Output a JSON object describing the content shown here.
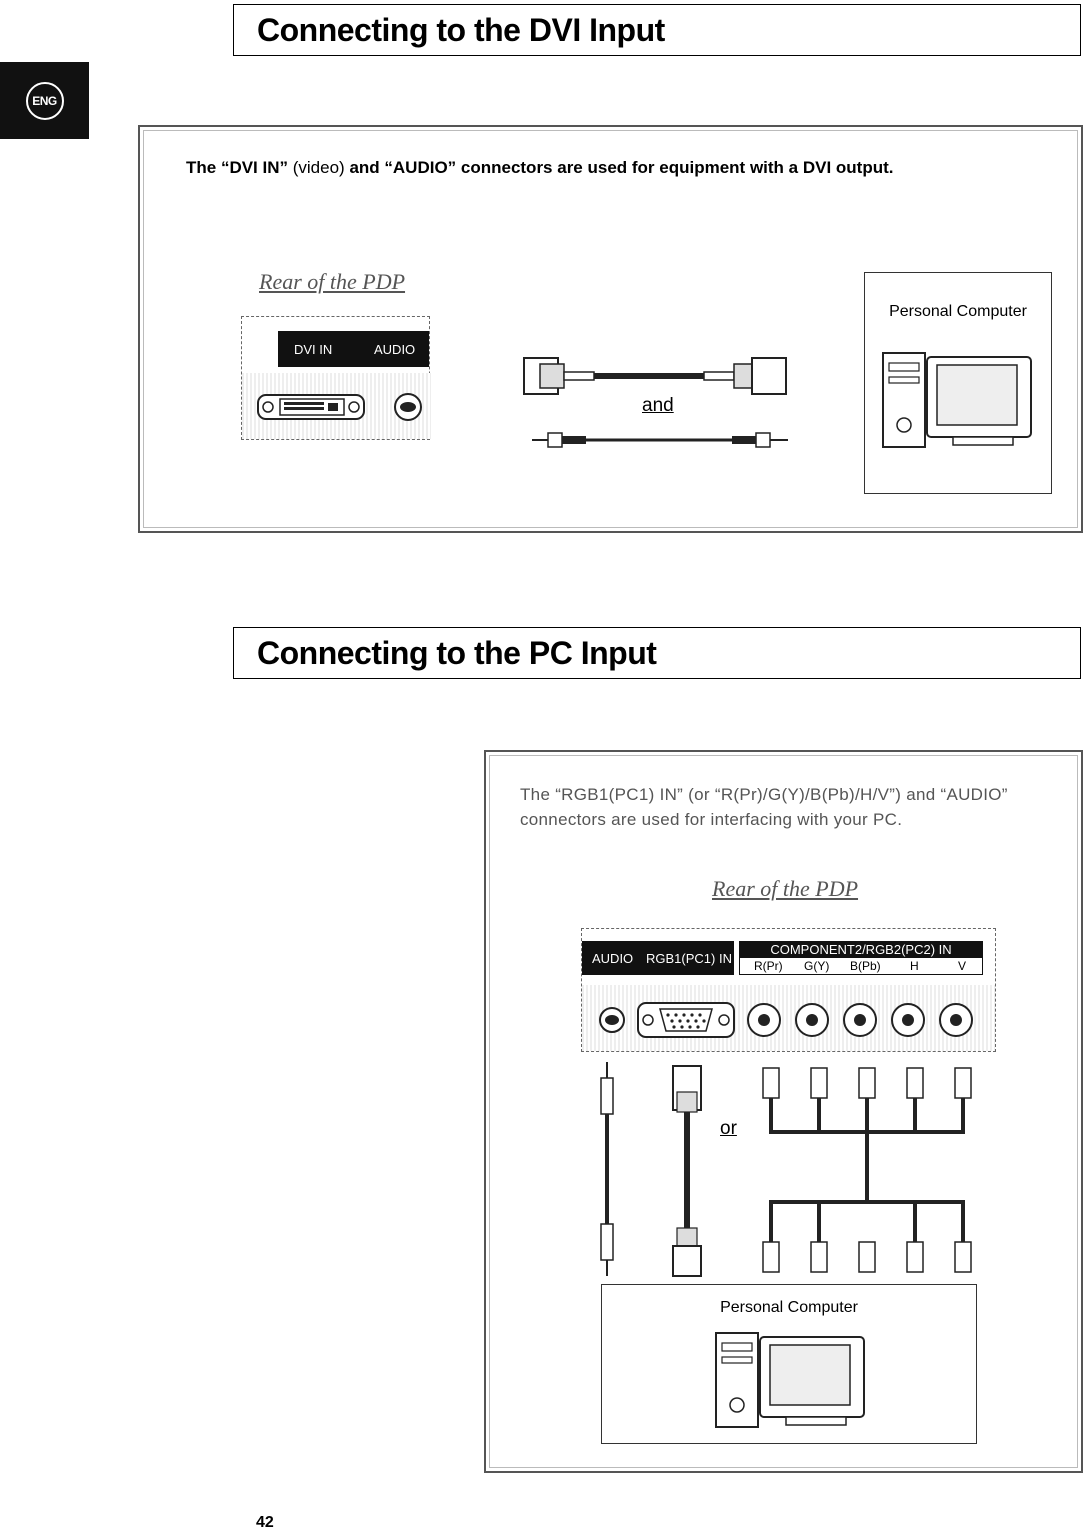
{
  "language_tab": "ENG",
  "dvi_section": {
    "title": "Connecting to the DVI Input",
    "intro_bold_1": "The “DVI IN”",
    "intro_normal": " (video) ",
    "intro_bold_2": "and “AUDIO” connectors are used for equipment with a DVI output.",
    "rear_label": "Rear of the PDP",
    "port_labels": {
      "dvi_in": "DVI IN",
      "audio": "AUDIO"
    },
    "cable_connector_word": "and",
    "pc_label": "Personal Computer"
  },
  "pc_section": {
    "title": "Connecting to the PC Input",
    "intro_line_1": "The “RGB1(PC1) IN” (or “R(Pr)/G(Y)/B(Pb)/H/V”) and “AUDIO”",
    "intro_line_2": "connectors are used for interfacing with your PC.",
    "rear_label": "Rear of the PDP",
    "port_labels": {
      "audio": "AUDIO",
      "rgb1": "RGB1(PC1) IN",
      "component_group": "COMPONENT2/RGB2(PC2) IN",
      "r": "R(Pr)",
      "g": "G(Y)",
      "b": "B(Pb)",
      "h": "H",
      "v": "V"
    },
    "cable_connector_word": "or",
    "pc_label": "Personal Computer"
  },
  "page_number": "42"
}
